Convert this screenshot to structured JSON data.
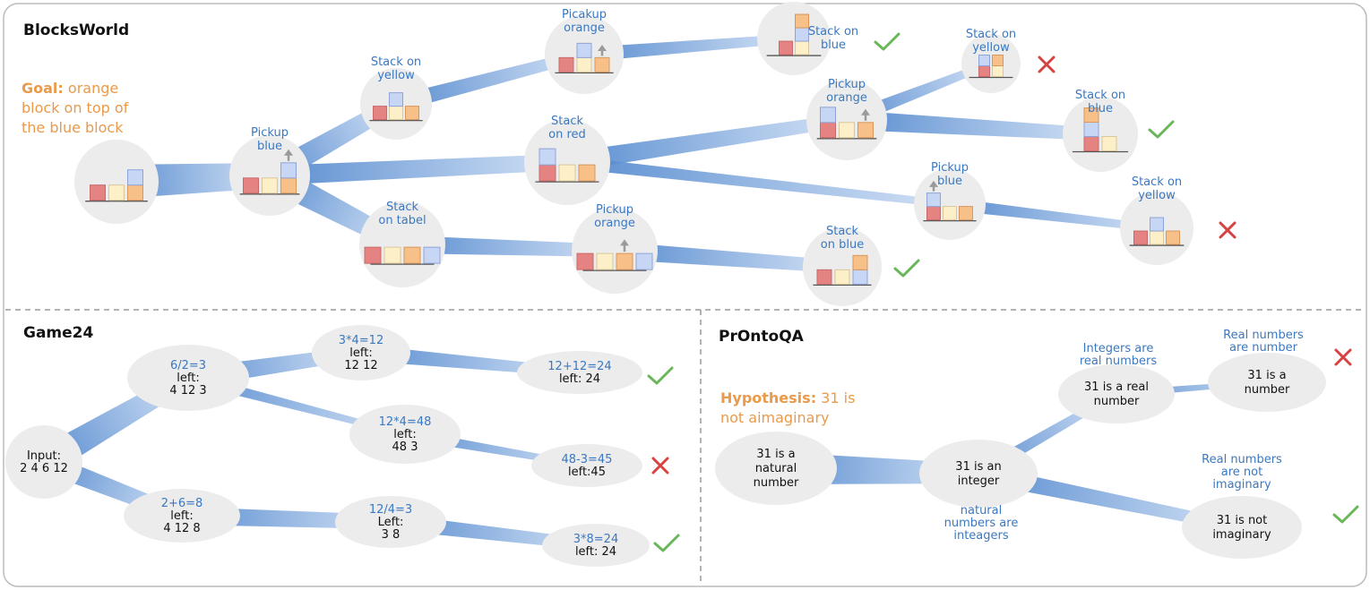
{
  "colors": {
    "accent_blue": "#3a78c2",
    "goal_orange": "#ea9a4a",
    "node_fill": "#ececec",
    "check_green": "#6ab75a",
    "cross_red": "#d64141",
    "block_red": "#e58382",
    "block_yellow": "#fdf0c8",
    "block_orange": "#f7c089",
    "block_blue": "#c8d6f5"
  },
  "blocksworld": {
    "title": "BlocksWorld",
    "goal_label": "Goal:",
    "goal_lines": [
      " orange",
      "block on top of",
      "the blue block"
    ],
    "nodes": [
      {
        "id": "bw0",
        "label": []
      },
      {
        "id": "bw1",
        "label": [
          "Pickup",
          "blue"
        ]
      },
      {
        "id": "bw2",
        "label": [
          "Stack on",
          "yellow"
        ]
      },
      {
        "id": "bw3",
        "label": [
          "Picakup",
          "orange"
        ]
      },
      {
        "id": "bw4",
        "label": [
          "Stack on",
          "blue"
        ],
        "result": "check"
      },
      {
        "id": "bw5",
        "label": [
          "Stack",
          "on red"
        ]
      },
      {
        "id": "bw6",
        "label": [
          "Pickup",
          "orange"
        ]
      },
      {
        "id": "bw7",
        "label": [
          "Stack on",
          "yellow"
        ],
        "result": "cross"
      },
      {
        "id": "bw8",
        "label": [
          "Stack on",
          "blue"
        ],
        "result": "check"
      },
      {
        "id": "bw9",
        "label": [
          "Pickup",
          "blue"
        ]
      },
      {
        "id": "bw10",
        "label": [
          "Stack on",
          "yellow"
        ],
        "result": "cross"
      },
      {
        "id": "bw11",
        "label": [
          "Stack",
          "on tabel"
        ]
      },
      {
        "id": "bw12",
        "label": [
          "Pickup",
          "orange"
        ]
      },
      {
        "id": "bw13",
        "label": [
          "Stack",
          "on blue"
        ],
        "result": "check"
      }
    ]
  },
  "game24": {
    "title": "Game24",
    "nodes": [
      {
        "id": "g0",
        "op": "",
        "text": [
          "Input:",
          "2 4 6 12"
        ]
      },
      {
        "id": "g1",
        "op": "6/2=3",
        "text": [
          "left:",
          "4 12 3"
        ]
      },
      {
        "id": "g2",
        "op": "3*4=12",
        "text": [
          "left:",
          "12 12"
        ]
      },
      {
        "id": "g3",
        "op": "12+12=24",
        "text": [
          "left: 24"
        ],
        "result": "check"
      },
      {
        "id": "g4",
        "op": "12*4=48",
        "text": [
          "left:",
          "48 3"
        ]
      },
      {
        "id": "g5",
        "op": "48-3=45",
        "text": [
          "left:45"
        ],
        "result": "cross"
      },
      {
        "id": "g6",
        "op": "2+6=8",
        "text": [
          "left:",
          "4 12 8"
        ]
      },
      {
        "id": "g7",
        "op": "12/4=3",
        "text": [
          "Left:",
          "3 8"
        ]
      },
      {
        "id": "g8",
        "op": "3*8=24",
        "text": [
          "left: 24"
        ],
        "result": "check"
      }
    ]
  },
  "prontoqa": {
    "title": "PrOntoQA",
    "hypothesis_label": "Hypothesis:",
    "hypothesis_lines": [
      " 31 is",
      "not aimaginary"
    ],
    "nodes": [
      {
        "id": "p0",
        "text": [
          "31 is a",
          "natural",
          "number"
        ]
      },
      {
        "id": "p1",
        "text": [
          "31 is an",
          "integer"
        ]
      },
      {
        "id": "p2",
        "text": [
          "31 is a real",
          "number"
        ]
      },
      {
        "id": "p3",
        "text": [
          "31 is a",
          "number"
        ],
        "result": "cross"
      },
      {
        "id": "p4",
        "text": [
          "31 is not",
          "imaginary"
        ],
        "result": "check"
      }
    ],
    "edge_labels": [
      {
        "id": "pe1",
        "text": [
          "natural",
          "numbers are",
          "inteagers"
        ]
      },
      {
        "id": "pe2",
        "text": [
          "Integers are",
          "real numbers"
        ]
      },
      {
        "id": "pe3",
        "text": [
          "Real numbers",
          "are number"
        ]
      },
      {
        "id": "pe4",
        "text": [
          "Real numbers",
          "are not",
          "imaginary"
        ]
      }
    ]
  }
}
